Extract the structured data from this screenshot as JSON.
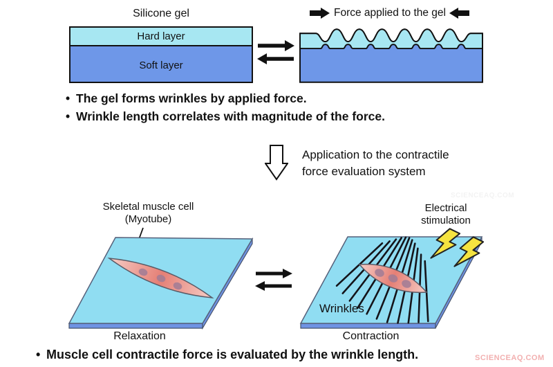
{
  "colors": {
    "hard_layer": "#a7e7f2",
    "soft_layer": "#6e97e8",
    "plate_top": "#90ddf2",
    "plate_edge": "#6f93e3",
    "cell_light": "#f6cdc6",
    "cell_dark": "#e57f75",
    "nucleus": "#a07b95",
    "lightning": "#f5e340",
    "outline": "#111111",
    "watermark_pink": "#f2b0b0"
  },
  "gel_panel": {
    "title": "Silicone gel",
    "hard_layer_label": "Hard layer",
    "soft_layer_label": "Soft layer",
    "force_label": "Force applied to the gel"
  },
  "bullets": {
    "marker": "•",
    "gel_wrinkles": "The gel forms wrinkles by applied force.",
    "wrinkle_length": "Wrinkle length correlates with magnitude of the force.",
    "conclusion": "Muscle cell contractile force is evaluated by the wrinkle length."
  },
  "application": {
    "line1": "Application to the contractile",
    "line2": "force evaluation system"
  },
  "muscle_panel": {
    "cell_label_line1": "Skeletal muscle cell",
    "cell_label_line2": "(Myotube)",
    "relaxation_label": "Relaxation",
    "electrical_line1": "Electrical",
    "electrical_line2": "stimulation",
    "wrinkles_label": "Wrinkles",
    "contraction_label": "Contraction"
  },
  "watermark_text": "SCIENCEAQ.COM"
}
